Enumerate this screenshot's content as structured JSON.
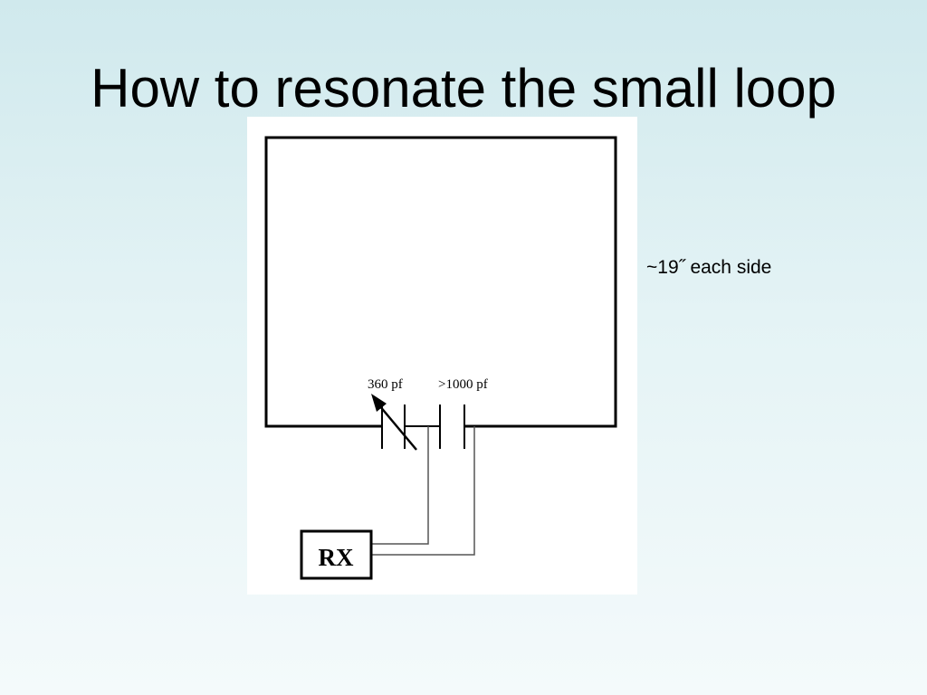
{
  "slide": {
    "title": "How to resonate the small loop",
    "side_note": "~19˝ each side"
  },
  "diagram": {
    "variable_capacitor_label": "360 pf",
    "fixed_capacitor_label": ">1000 pf",
    "receiver_label": "RX"
  }
}
